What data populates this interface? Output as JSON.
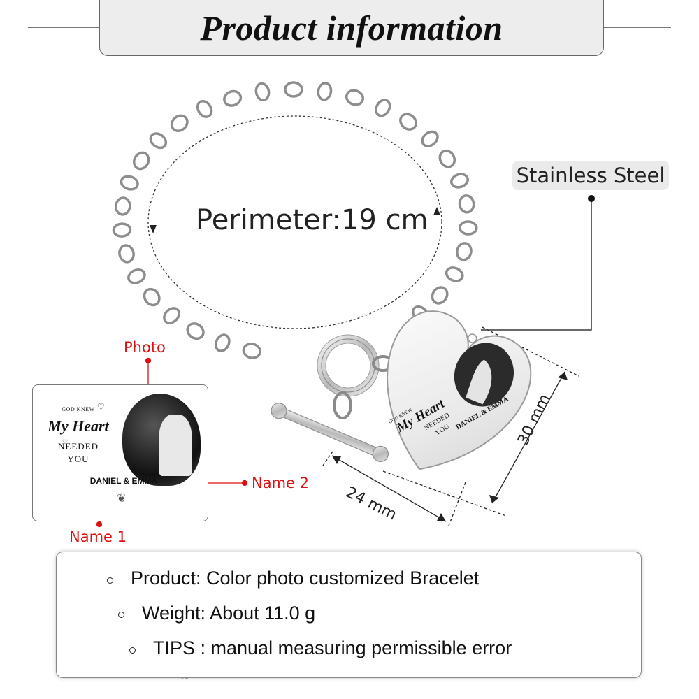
{
  "header": {
    "title": "Product information"
  },
  "measurements": {
    "perimeter": "Perimeter:19 cm",
    "height": "30 mm",
    "width": "24 mm"
  },
  "material": {
    "label": "Stainless Steel"
  },
  "callouts": {
    "photo": "Photo",
    "name1": "Name 1",
    "name2": "Name 2"
  },
  "engraving": {
    "line1": "GOD KNEW",
    "line2": "My Heart",
    "line3": "NEEDED",
    "line4": "YOU",
    "names": "DANIEL & EMMA"
  },
  "info": {
    "product": "Product: Color photo customized Bracelet",
    "weight": "Weight: About 11.0 g",
    "tips": "TIPS : manual measuring permissible error"
  },
  "colors": {
    "callout": "#dd1111",
    "panel_bg": "#ededed",
    "text": "#111111",
    "steel": "#c9c9c9"
  }
}
